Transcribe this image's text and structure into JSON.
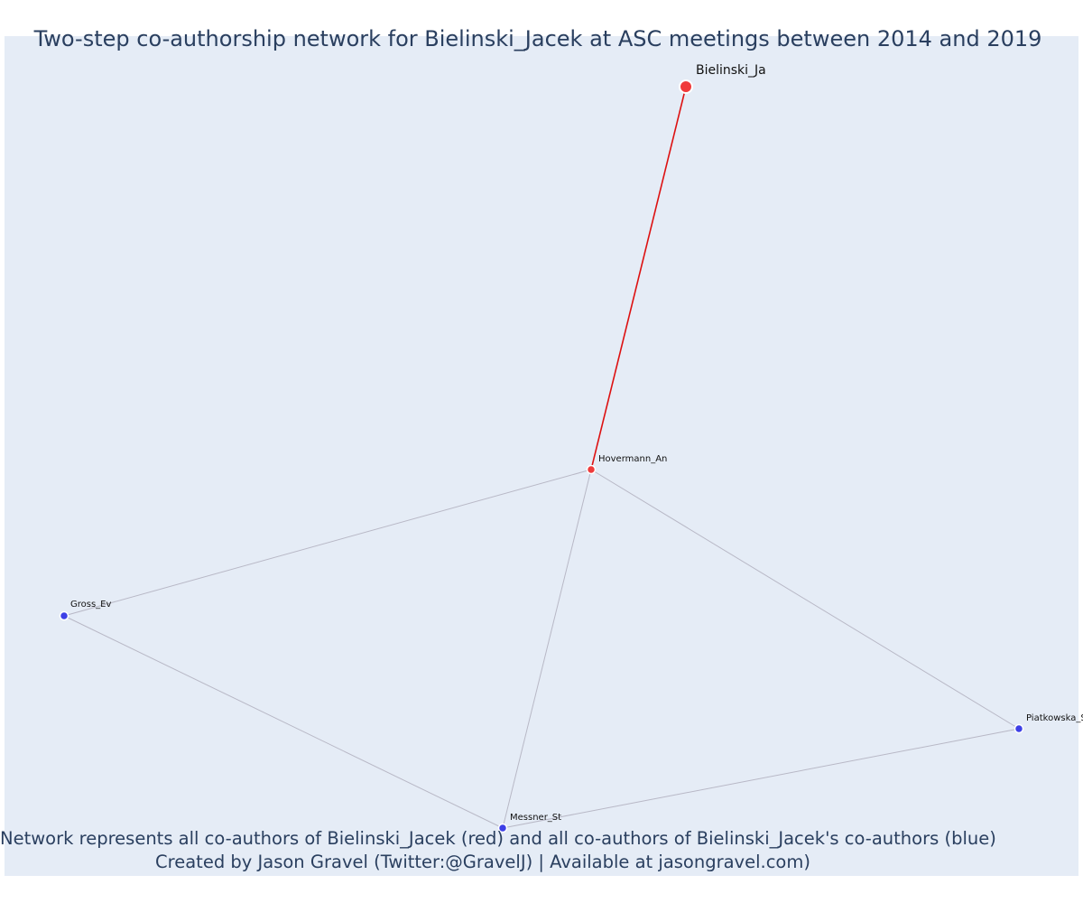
{
  "title": "Two-step co-authorship network for Bielinski_Jacek at ASC meetings between 2014 and 2019",
  "caption": {
    "line1": "Network represents all co-authors of Bielinski_Jacek (red) and all co-authors of Bielinski_Jacek's co-authors (blue)",
    "line2": "Created by Jason Gravel (Twitter:@GravelJ) | Available at jasongravel.com)"
  },
  "colors": {
    "plot_background": "#e5ecf6",
    "ego_and_coauthors": "#ee3b3b",
    "second_step": "#3d3fe6",
    "ego_edge": "#dd1111",
    "other_edge": "#b8b8c6",
    "text": "#2a3f5f"
  },
  "nodes": [
    {
      "id": "bielinski",
      "label": "Bielinski_Ja",
      "group": "ego"
    },
    {
      "id": "hovermann",
      "label": "Hovermann_An",
      "group": "coauthor"
    },
    {
      "id": "gross",
      "label": "Gross_Ev",
      "group": "second"
    },
    {
      "id": "messner",
      "label": "Messner_St",
      "group": "second"
    },
    {
      "id": "piatkowska",
      "label": "Piatkowska_S",
      "group": "second"
    }
  ],
  "edges": [
    {
      "source": "bielinski",
      "target": "hovermann",
      "type": "ego"
    },
    {
      "source": "hovermann",
      "target": "gross",
      "type": "normal"
    },
    {
      "source": "hovermann",
      "target": "messner",
      "type": "normal"
    },
    {
      "source": "hovermann",
      "target": "piatkowska",
      "type": "normal"
    },
    {
      "source": "gross",
      "target": "messner",
      "type": "normal"
    },
    {
      "source": "messner",
      "target": "piatkowska",
      "type": "normal"
    }
  ]
}
